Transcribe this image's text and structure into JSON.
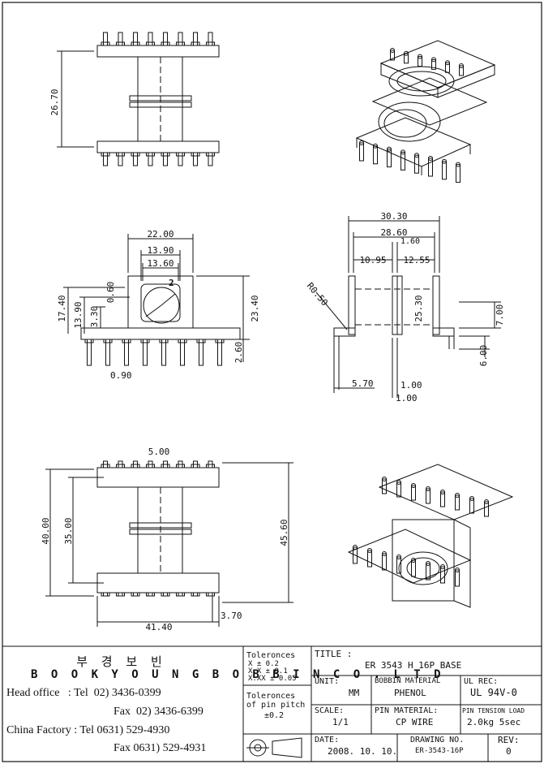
{
  "company": {
    "name_ko": "부 경 보 빈",
    "name_en": "B O O  K Y O U N G  B O B B I N  C O .  L T D",
    "head_office": "Head office   : Tel  02) 3436-0399",
    "head_fax": "Fax  02) 3436-6399",
    "china_factory": "China Factory : Tel 0631) 529-4930",
    "china_fax": "Fax 0631) 529-4931"
  },
  "tolerances": {
    "label": "Toleronces",
    "x": "X    ± 0.2",
    "xx": "X.X  ± 0.1",
    "xxx": "X.XX ± 0.05",
    "pitch_label1": "Toleronces",
    "pitch_label2": "of pin pitch",
    "pitch_value": "±0.2"
  },
  "title_block": {
    "title_label": "TITLE :",
    "title": "ER 3543 H 16P BASE",
    "unit_label": "UNIT:",
    "unit": "MM",
    "bobbin_material_label": "BOBBIN MATERIAL",
    "bobbin_material": "PHENOL",
    "ul_rec_label": "UL REC:",
    "ul_rec": "UL 94V-0",
    "scale_label": "SCALE:",
    "scale": "1/1",
    "pin_material_label": "PIN MATERIAL:",
    "pin_material": "CP WIRE",
    "pin_tension_label": "PIN TENSION LOAD",
    "pin_tension": "2.0kg 5sec",
    "date_label": "DATE:",
    "date": "2008. 10. 10.",
    "drawing_no_label": "DRAWING NO.",
    "drawing_no": "ER-3543-16P",
    "rev_label": "REV:",
    "rev": "0"
  },
  "dimensions": {
    "top_height": "26.70",
    "front_w1": "22.00",
    "front_w2": "13.90",
    "front_w3": "13.60",
    "front_h1": "17.40",
    "front_h2": "13.90",
    "front_h3": "3.30",
    "front_offset": "0.60",
    "front_h_total": "23.40",
    "front_pin_h": "2.60",
    "front_pin_d": "0.90",
    "front_label": "2",
    "side_w1": "30.30",
    "side_w2": "28.60",
    "side_w3": "1.60",
    "side_w4": "10.95",
    "side_w5": "12.55",
    "side_radius": "R0.50",
    "side_h1": "25.30",
    "side_h2": "7.00",
    "side_h3": "6.00",
    "side_pin_l": "5.70",
    "side_pin_w1": "1.00",
    "side_pin_w2": "1.00",
    "bottom_pitch": "5.00",
    "bottom_h1": "40.00",
    "bottom_h2": "35.00",
    "bottom_h3": "45.60",
    "bottom_w": "41.40",
    "bottom_pin": "3.70"
  }
}
